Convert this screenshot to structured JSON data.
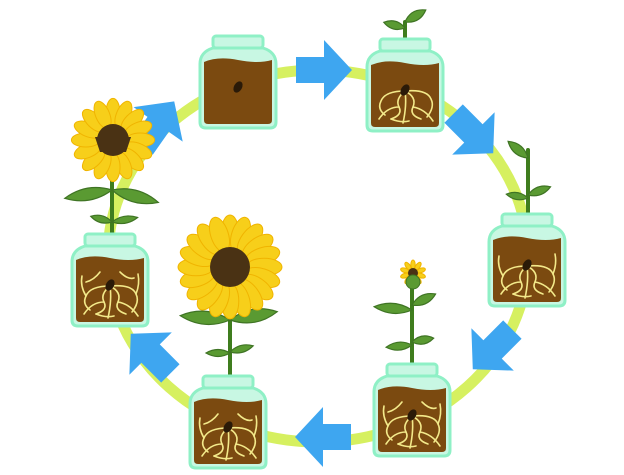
{
  "colors": {
    "ring": "#d6f060",
    "arrow": "#3ea6f0",
    "jar_glass": "#8ff0c6",
    "jar_fill": "#c8f7e3",
    "soil": "#7b4a10",
    "roots": "#f3e98a",
    "stem": "#3f7d1e",
    "leaf": "#5a9a32",
    "leaf_dark": "#3f7424",
    "petal": "#f7cf1a",
    "petal_edge": "#f0b400",
    "flower_center": "#4a3214",
    "seed": "#2a1a08"
  },
  "stages": [
    {
      "name": "seed"
    },
    {
      "name": "sprout"
    },
    {
      "name": "seedling"
    },
    {
      "name": "bud"
    },
    {
      "name": "bloom"
    },
    {
      "name": "wilting"
    }
  ]
}
